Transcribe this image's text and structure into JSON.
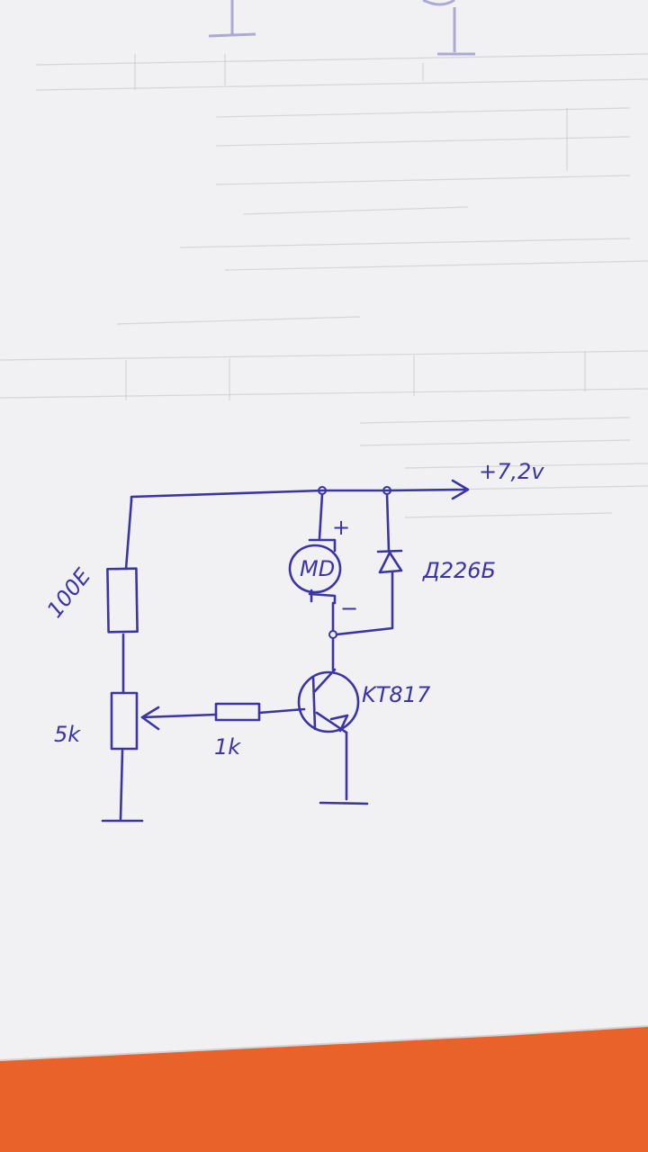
{
  "colors": {
    "ink": "#3b34a6",
    "paper": "#f2f2f4",
    "desk": "#e9622a"
  },
  "labels": {
    "supply": "+7,2v",
    "resistor_top": "100E",
    "potentiometer": "5k",
    "base_resistor": "1k",
    "motor": "MD",
    "motor_plus": "+",
    "motor_minus": "−",
    "diode": "Д226Б",
    "transistor": "KT817"
  }
}
